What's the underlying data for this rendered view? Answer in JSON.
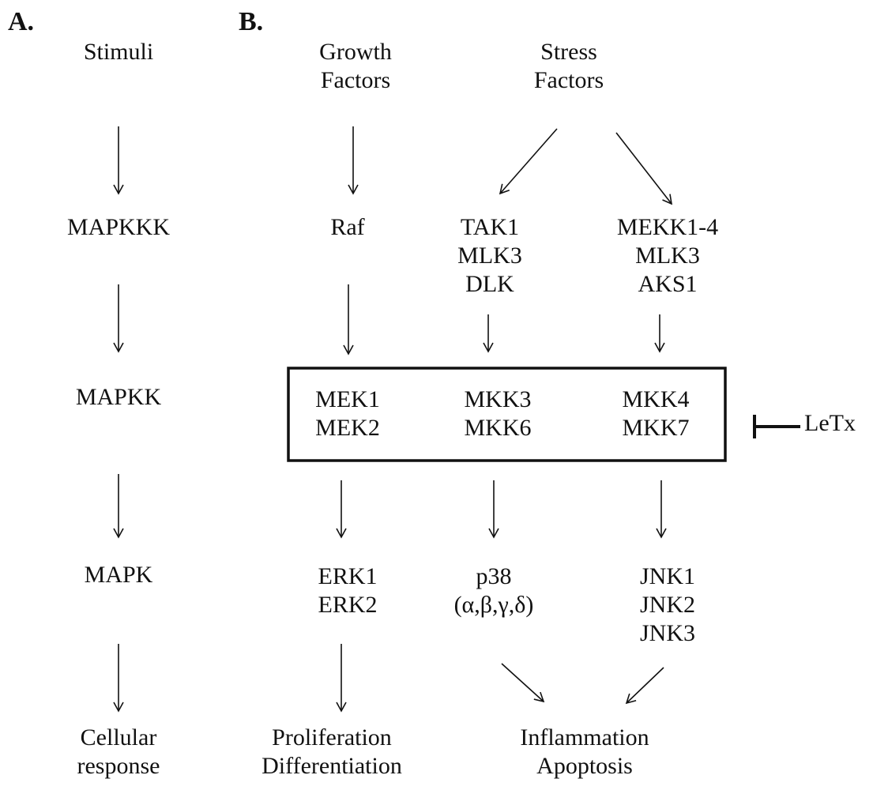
{
  "panels": {
    "a": "A.",
    "b": "B."
  },
  "panel_a": {
    "stimuli": "Stimuli",
    "mapkkk": "MAPKKK",
    "mapkk": "MAPKK",
    "mapk": "MAPK",
    "response": [
      "Cellular",
      "response"
    ]
  },
  "panel_b": {
    "growth_factors": [
      "Growth",
      "Factors"
    ],
    "stress_factors": [
      "Stress",
      "Factors"
    ],
    "raf": "Raf",
    "tak_group": [
      "TAK1",
      "MLK3",
      "DLK"
    ],
    "mekk_group": [
      "MEKK1-4",
      "MLK3",
      "AKS1"
    ],
    "mek_group": [
      "MEK1",
      "MEK2"
    ],
    "mkk36_group": [
      "MKK3",
      "MKK6"
    ],
    "mkk47_group": [
      "MKK4",
      "MKK7"
    ],
    "erk_group": [
      "ERK1",
      "ERK2"
    ],
    "p38_group": [
      "p38",
      "(α,β,γ,δ)"
    ],
    "jnk_group": [
      "JNK1",
      "JNK2",
      "JNK3"
    ],
    "outcome_left": [
      "Proliferation",
      "Differentiation"
    ],
    "outcome_right": [
      "Inflammation",
      "Apoptosis"
    ],
    "inhibitor": "LeTx"
  },
  "colors": {
    "ink": "#111111",
    "background": "#ffffff"
  }
}
